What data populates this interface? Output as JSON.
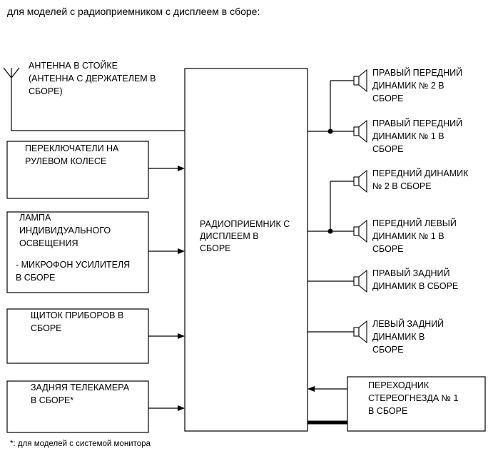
{
  "header": "для моделей с радиоприемником с дисплеем в сборе:",
  "footnote": "*: для моделей с системой монитора",
  "center_unit": [
    "РАДИОПРИЕМНИК С",
    "ДИСПЛЕЕМ В",
    "СБОРЕ"
  ],
  "antenna": [
    "АНТЕННА В СТОЙКЕ",
    "(АНТЕННА С ДЕРЖАТЕЛЕМ В",
    "СБОРЕ)"
  ],
  "inputs": [
    {
      "id": "steering",
      "lines": [
        "ПЕРЕКЛЮЧАТЕЛИ НА",
        "РУЛЕВОМ КОЛЕСЕ"
      ]
    },
    {
      "id": "lamp",
      "lines": [
        "ЛАМПА",
        "ИНДИВИДУАЛЬНОГО",
        "ОСВЕЩЕНИЯ"
      ],
      "extra": [
        "- МИКРОФОН УСИЛИТЕЛЯ",
        "В СБОРЕ"
      ]
    },
    {
      "id": "cluster",
      "lines": [
        "ЩИТОК ПРИБОРОВ В",
        "СБОРЕ"
      ]
    },
    {
      "id": "camera",
      "lines": [
        "ЗАДНЯЯ ТЕЛЕКАМЕРА",
        "В СБОРЕ*"
      ]
    }
  ],
  "speakers": [
    {
      "id": "rf2",
      "lines": [
        "ПРАВЫЙ ПЕРЕДНИЙ",
        "ДИНАМИК № 2 В",
        "СБОРЕ"
      ]
    },
    {
      "id": "rf1",
      "lines": [
        "ПРАВЫЙ ПЕРЕДНИЙ",
        "ДИНАМИК № 1 В",
        "СБОРЕ"
      ]
    },
    {
      "id": "f2",
      "lines": [
        "ПЕРЕДНИЙ ДИНАМИК",
        "№ 2 В СБОРЕ"
      ]
    },
    {
      "id": "lf1",
      "lines": [
        "ПЕРЕДНИЙ ЛЕВЫЙ",
        "ДИНАМИК № 1 В",
        "СБОРЕ"
      ]
    },
    {
      "id": "rr",
      "lines": [
        "ПРАВЫЙ ЗАДНИЙ",
        "ДИНАМИК В СБОРЕ"
      ]
    },
    {
      "id": "lr",
      "lines": [
        "ЛЕВЫЙ ЗАДНИЙ",
        "ДИНАМИК В",
        "СБОРЕ"
      ]
    }
  ],
  "adapter": [
    "ПЕРЕХОДНИК",
    "СТЕРЕОГНЕЗДА № 1",
    "В СБОРЕ"
  ]
}
